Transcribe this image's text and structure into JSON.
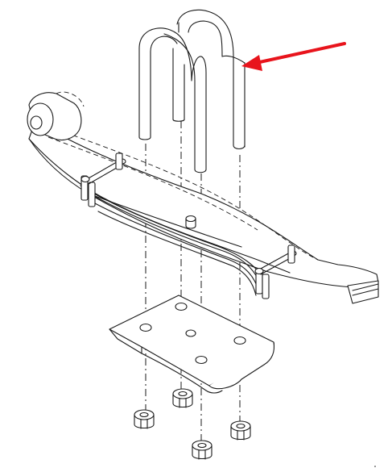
{
  "diagram": {
    "type": "exploded-view",
    "parts": [
      "leaf-spring",
      "spring-eye",
      "u-bolt",
      "u-bolt",
      "center-pin",
      "shackle",
      "shackle",
      "axle-seat-plate",
      "hex-nut",
      "hex-nut",
      "hex-nut",
      "hex-nut"
    ],
    "highlighted_part": "u-bolt",
    "arrow_color": "#e8141c",
    "line_color": "#1a1a1a",
    "background": "#ffffff"
  }
}
